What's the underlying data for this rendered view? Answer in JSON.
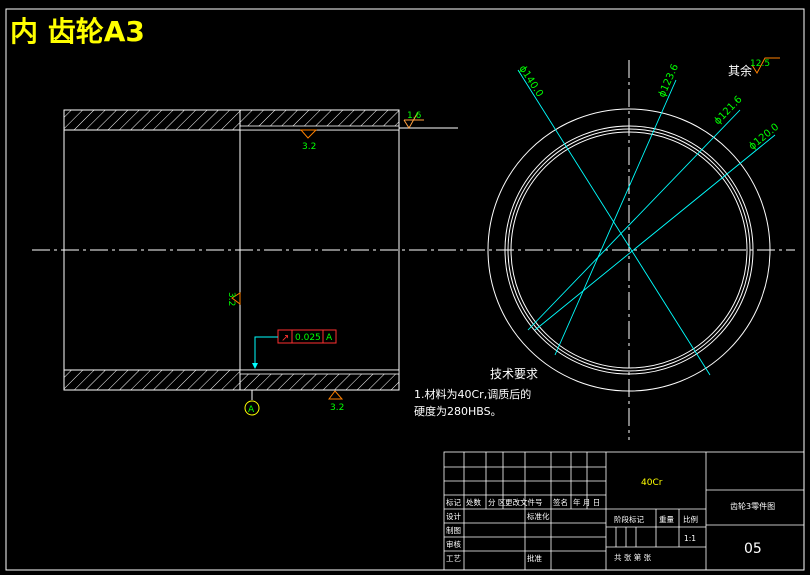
{
  "title": "内 齿轮A3",
  "dimensions": {
    "d1": "ϕ140.0",
    "d2": "ϕ123.6",
    "d3": "ϕ121.6",
    "d4": "ϕ120.0"
  },
  "roughness": {
    "top_surface": "1.6",
    "inner_top": "3.2",
    "left_face": "3.2",
    "bottom": "3.2",
    "other": "12.5",
    "other_label": "其余"
  },
  "tolerance": {
    "value": "0.025",
    "datum": "A"
  },
  "datum_label": "A",
  "tech_requirements": {
    "heading": "技术要求",
    "line1": "1.材料为40Cr,调质后的",
    "line2": "硬度为280HBS。"
  },
  "title_block": {
    "material": "40Cr",
    "drawing_name": "齿轮3零件图",
    "drawing_number": "05",
    "scale": "1:1",
    "scale_label": "比例",
    "weight_label": "重量",
    "stage_label": "阶段标记",
    "sheets_label": "共 张 第 张",
    "hdr_mark": "标记",
    "hdr_count": "处数",
    "hdr_zone": "分 区",
    "hdr_doc": "更改文件号",
    "hdr_sign": "签名",
    "hdr_date": "年 月 日",
    "design": "设计",
    "standard": "标准化",
    "draw": "制图",
    "review": "审核",
    "process": "工艺",
    "approve": "批准"
  },
  "colors": {
    "background": "#000000",
    "outline": "#ffffff",
    "title": "#ffff00",
    "dimension": "#00ff00",
    "leader": "#00ffff",
    "roughness_symbol": "#ff8000",
    "tolerance_frame": "#ff3030"
  }
}
